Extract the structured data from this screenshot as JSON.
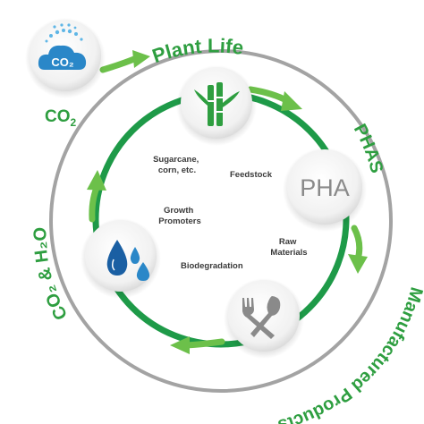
{
  "outer_labels": {
    "plant_life": "Plant Life",
    "phas": "PHAS",
    "manufactured_products": "Manufactured Products",
    "co2_h2o": "CO₂ & H₂O",
    "co2_base": "CO",
    "co2_sub": "2"
  },
  "icons": {
    "co2_cloud_text": "CO₂",
    "pha_text": "PHA"
  },
  "inner_labels": {
    "sugarcane_line1": "Sugarcane,",
    "sugarcane_line2": "corn, etc.",
    "feedstock": "Feedstock",
    "growth_line1": "Growth",
    "growth_line2": "Promoters",
    "raw_line1": "Raw",
    "raw_line2": "Materials",
    "biodegradation": "Biodegradation"
  },
  "colors": {
    "green": "#2e9e40",
    "arrow_green": "#6cc04a",
    "gray_ring": "#9a9a9a",
    "icon_gray": "#8a8a8a",
    "water_blue": "#1a6fb5",
    "cloud_blue": "#2a87c8"
  }
}
